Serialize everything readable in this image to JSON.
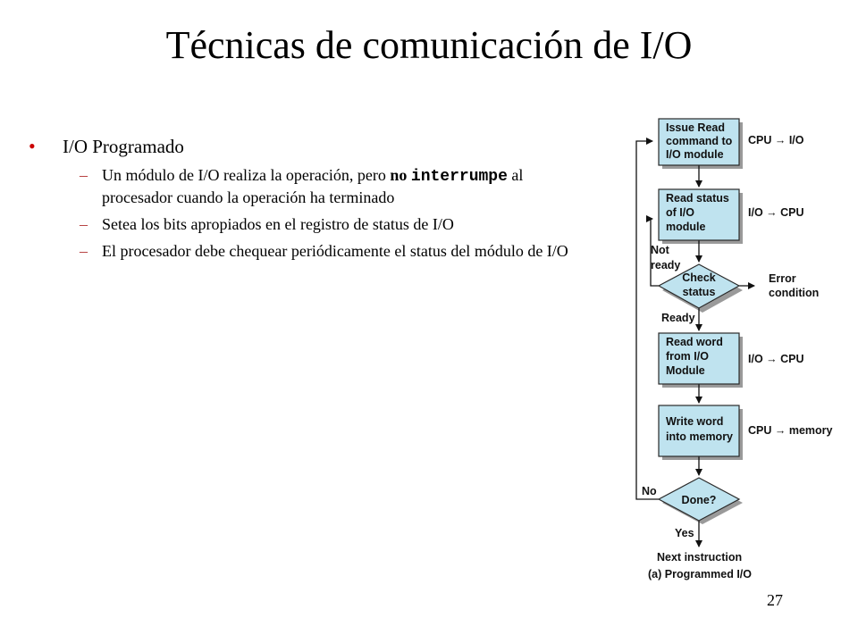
{
  "slide": {
    "title": "Técnicas de comunicación de I/O",
    "page_number": "27"
  },
  "bullets": {
    "main": "I/O Programado",
    "subs": {
      "s1": {
        "before": "Un módulo de I/O realiza la operación, pero ",
        "bold1": "no",
        "space": " ",
        "bold2": "interrumpe",
        "after": " al procesador cuando la operación ha terminado"
      },
      "s2": "Setea los bits apropiados en el registro de status de I/O",
      "s3": "El procesador debe chequear periódicamente el status del módulo de I/O"
    }
  },
  "diagram": {
    "colors": {
      "box_fill": "#bfe3ef",
      "box_stroke": "#2a2a2a",
      "shadow": "#9a9a9a"
    },
    "boxes": {
      "issue": [
        "Issue Read",
        "command to",
        "I/O module"
      ],
      "readstatus": [
        "Read status",
        "of I/O",
        "module"
      ],
      "readword": [
        "Read word",
        "from I/O",
        "Module"
      ],
      "write": [
        "Write word",
        "into memory"
      ]
    },
    "diamonds": {
      "check": [
        "Check",
        "status"
      ],
      "done": [
        "Done?"
      ]
    },
    "labels": {
      "cpu_io": "CPU → I/O",
      "io_cpu_1": "I/O → CPU",
      "not_ready": [
        "Not",
        "ready"
      ],
      "error": [
        "Error",
        "condition"
      ],
      "ready": "Ready",
      "io_cpu_2": "I/O → CPU",
      "cpu_mem": "CPU → memory",
      "no": "No",
      "yes": "Yes",
      "next": "Next instruction",
      "caption": "(a) Programmed I/O"
    }
  }
}
